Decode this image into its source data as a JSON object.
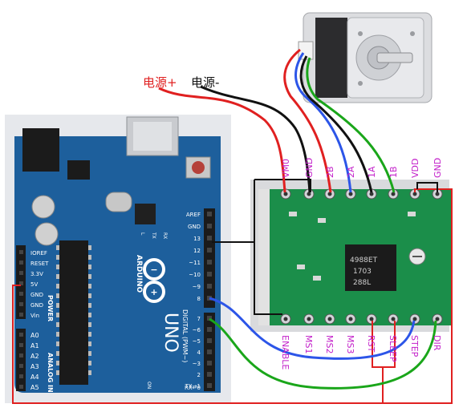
{
  "power": {
    "positive": "电源+",
    "negative": "电源-"
  },
  "driver": {
    "top_pins": [
      "VM0",
      "GND",
      "2B",
      "2A",
      "1A",
      "1B",
      "VDD",
      "GND"
    ],
    "bottom_pins": [
      "ENABLE",
      "MS1",
      "MS2",
      "MS3",
      "RST",
      "SLEEP",
      "STEP",
      "DIR"
    ],
    "chip_label_1": "4988ET",
    "chip_label_2": "1703",
    "chip_label_3": "288L"
  },
  "arduino": {
    "logo_text": "ARDUINO",
    "model": "UNO",
    "digital_title": "DIGITAL (PWM~)",
    "power_title": "POWER",
    "analog_title": "ANALOG IN",
    "header_left_labels": [
      "IOREF",
      "RESET",
      "3.3V",
      "5V",
      "GND",
      "GND",
      "Vin"
    ],
    "analog_labels": [
      "A0",
      "A1",
      "A2",
      "A3",
      "A4",
      "A5"
    ],
    "digital_labels": [
      "AREF",
      "GND",
      "13",
      "12",
      "~11",
      "~10",
      "~9",
      "8",
      "7",
      "~6",
      "~5",
      "4",
      "~3",
      "2",
      "TX→1",
      "RX←0"
    ],
    "tx_rx_labels": [
      "L",
      "TX",
      "RX"
    ],
    "on_label": "ON"
  },
  "colors": {
    "board": "#1d5f9c",
    "driver_pcb": "#1b8e4a",
    "wire_red": "#e02020",
    "wire_black": "#111111",
    "wire_blue": "#2c55e8",
    "wire_green": "#1aa61a",
    "pin_label": "#c21ec9"
  }
}
